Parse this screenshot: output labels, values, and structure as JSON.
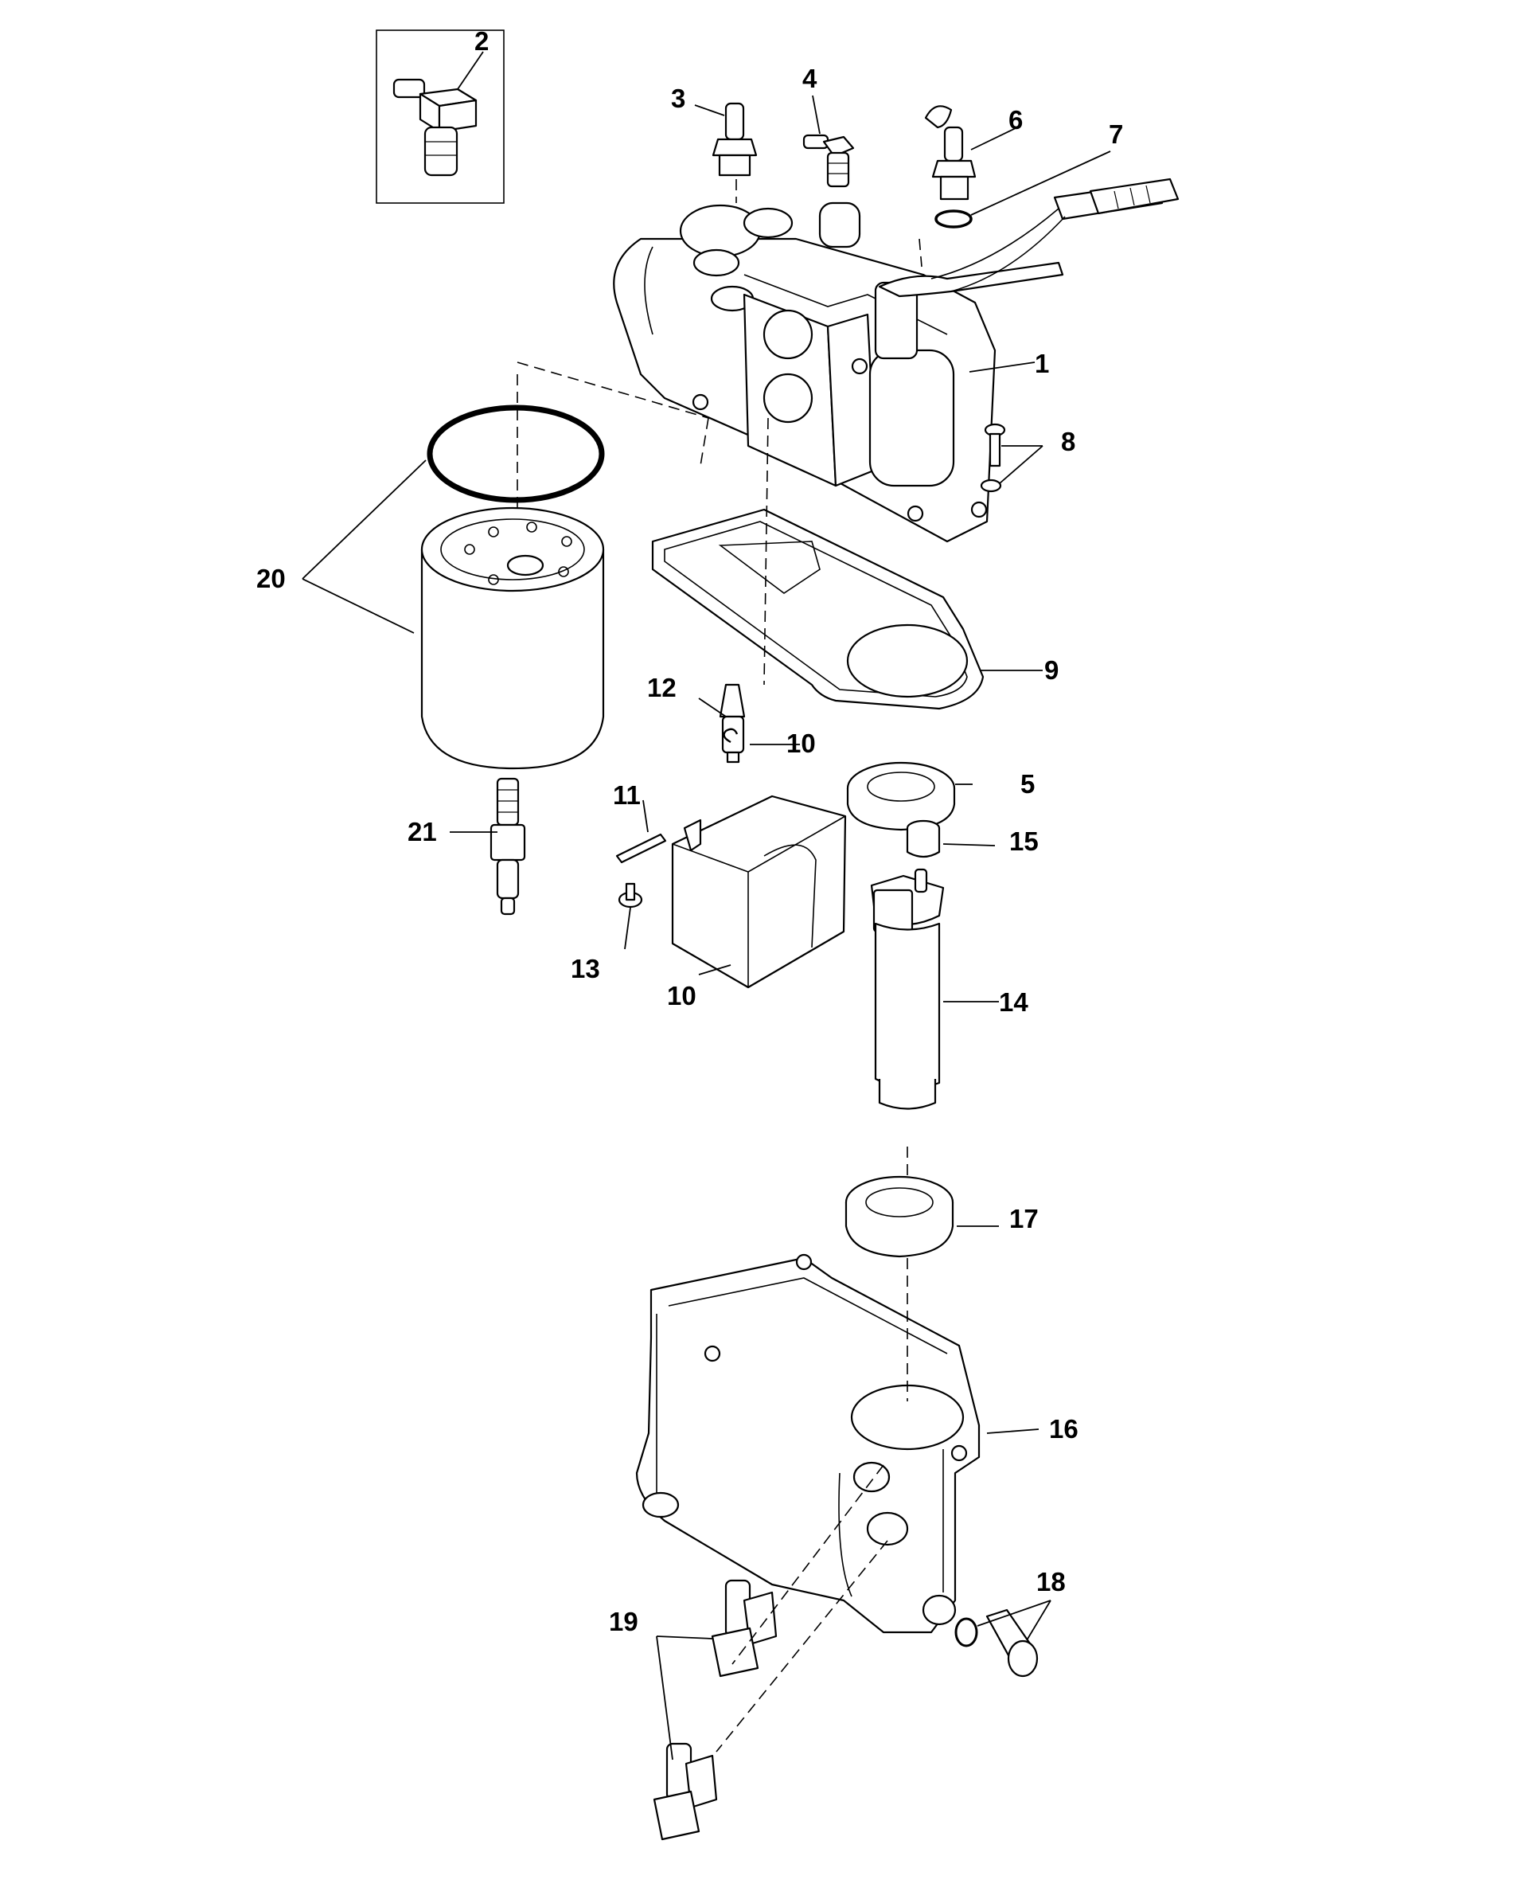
{
  "callouts": [
    {
      "id": "1",
      "label": "1"
    },
    {
      "id": "2",
      "label": "2"
    },
    {
      "id": "3",
      "label": "3"
    },
    {
      "id": "4",
      "label": "4"
    },
    {
      "id": "5",
      "label": "5"
    },
    {
      "id": "6",
      "label": "6"
    },
    {
      "id": "7",
      "label": "7"
    },
    {
      "id": "8",
      "label": "8"
    },
    {
      "id": "9",
      "label": "9"
    },
    {
      "id": "10a",
      "label": "10"
    },
    {
      "id": "10b",
      "label": "10"
    },
    {
      "id": "11",
      "label": "11"
    },
    {
      "id": "12",
      "label": "12"
    },
    {
      "id": "13",
      "label": "13"
    },
    {
      "id": "14",
      "label": "14"
    },
    {
      "id": "15",
      "label": "15"
    },
    {
      "id": "16",
      "label": "16"
    },
    {
      "id": "17",
      "label": "17"
    },
    {
      "id": "18",
      "label": "18"
    },
    {
      "id": "19",
      "label": "19"
    },
    {
      "id": "20",
      "label": "20"
    },
    {
      "id": "21",
      "label": "21"
    }
  ],
  "colors": {
    "line": "#000000",
    "background": "#ffffff"
  }
}
